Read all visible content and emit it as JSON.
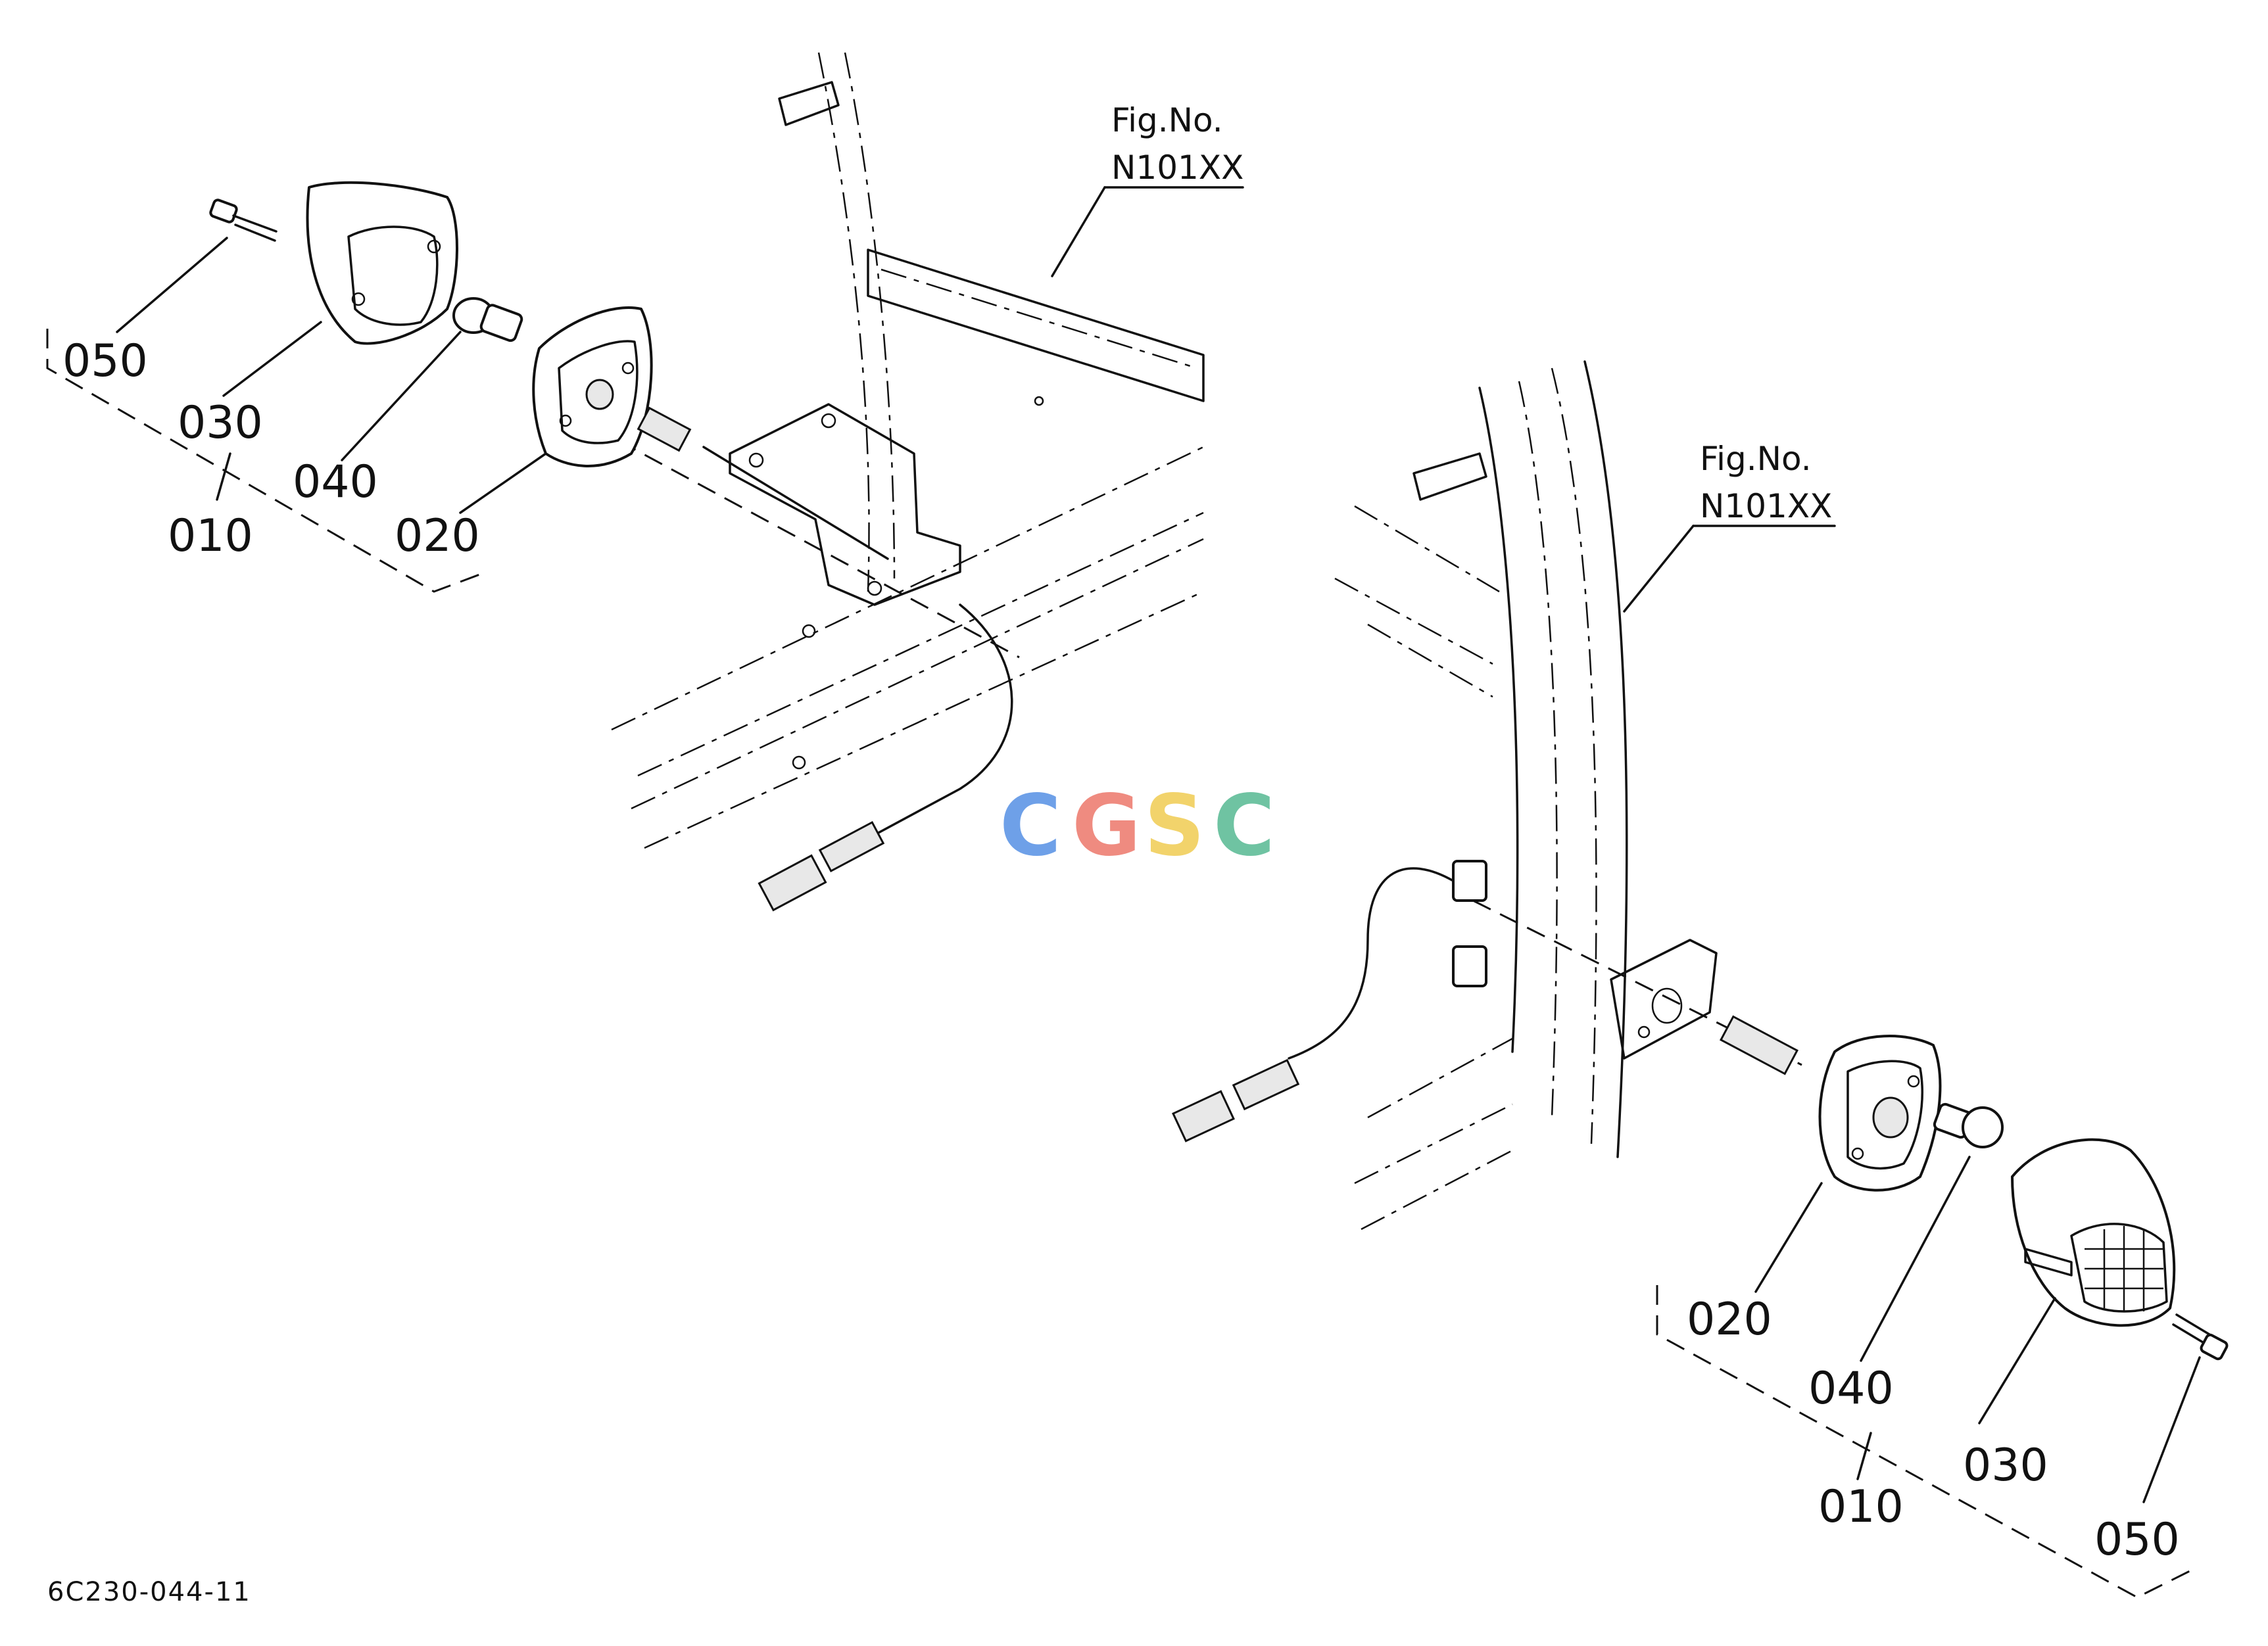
{
  "title_code": "6C230-044-11",
  "watermark": {
    "letters": [
      "C",
      "G",
      "S",
      "C"
    ],
    "colors": [
      "#6ea0e8",
      "#ef8b80",
      "#f2d36b",
      "#6fc3a2"
    ]
  },
  "left_assembly": {
    "fig_label_line1": "Fig.No.",
    "fig_label_line2": "N101XX",
    "callouts": {
      "p050": "050",
      "p030": "030",
      "p040": "040",
      "p020": "020",
      "p010": "010"
    }
  },
  "right_assembly": {
    "fig_label_line1": "Fig.No.",
    "fig_label_line2": "N101XX",
    "callouts": {
      "p020": "020",
      "p040": "040",
      "p030": "030",
      "p010": "010",
      "p050": "050"
    }
  }
}
